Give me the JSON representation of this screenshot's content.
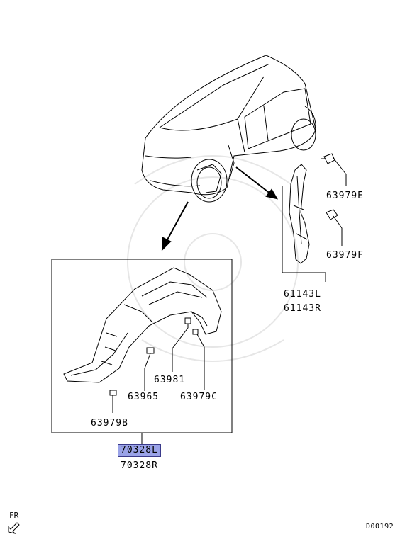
{
  "diagram_code": "D00192",
  "direction_label": "FR",
  "parts": {
    "clip_e": "63979E",
    "clip_f": "63979F",
    "splash_shield_l": "61143L",
    "splash_shield_r": "61143R",
    "screw": "63981",
    "clip_65": "63965",
    "clip_c": "63979C",
    "clip_b": "63979B",
    "liner_l": "70328L",
    "liner_r": "70328R"
  }
}
